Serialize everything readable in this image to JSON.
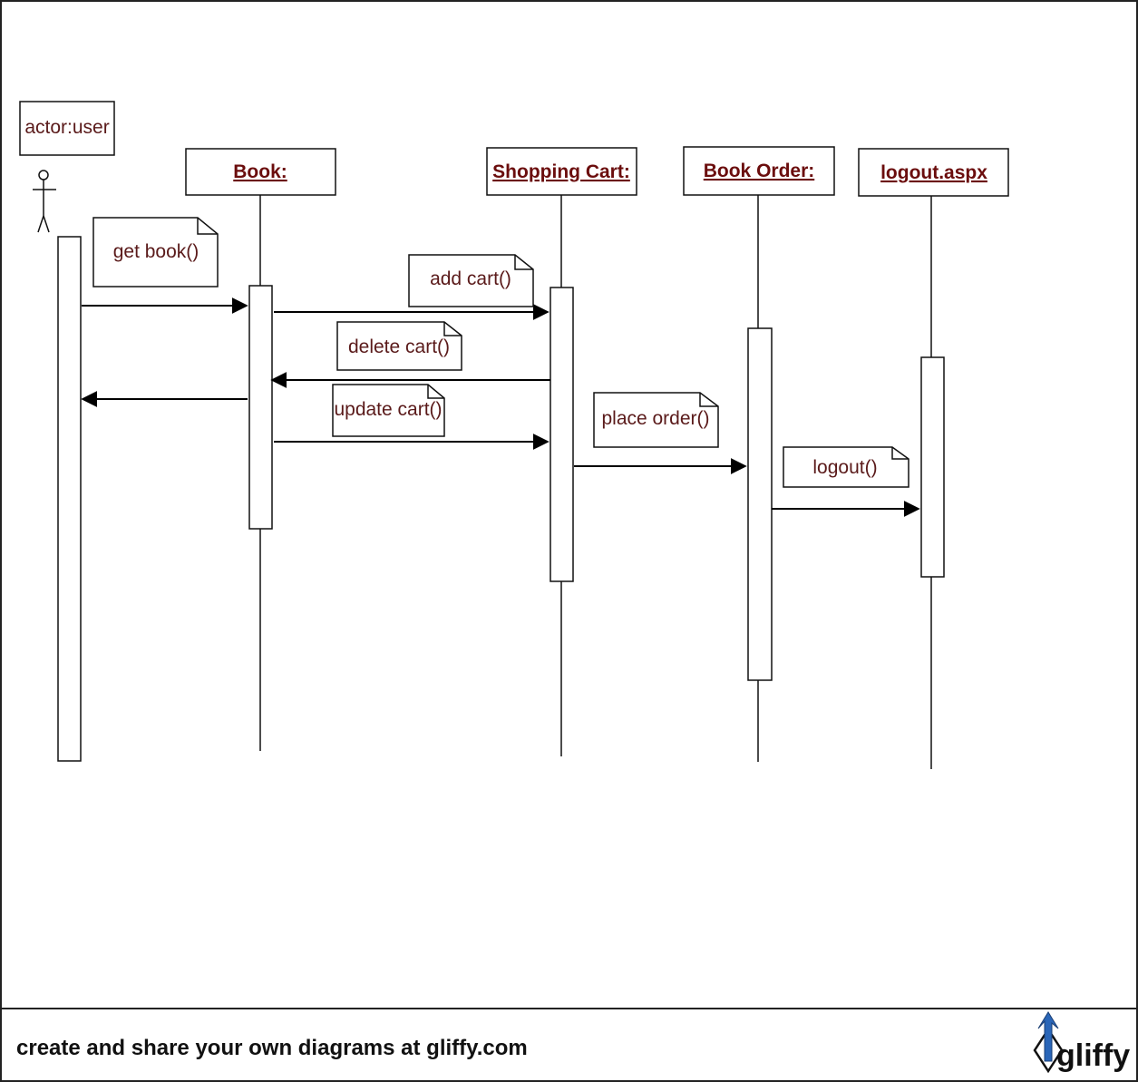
{
  "diagram": {
    "actor": {
      "label": "actor:user"
    },
    "objects": {
      "book": "Book:",
      "shopping_cart": "Shopping Cart:",
      "book_order": "Book Order:",
      "logout": "logout.aspx"
    },
    "messages": {
      "get_book": "get book()",
      "add_cart": "add cart()",
      "delete_cart": "delete cart()",
      "update_cart": "update cart()",
      "place_order": "place order()",
      "logout": "logout()"
    }
  },
  "footer": {
    "caption": "create and share your own diagrams at gliffy.com",
    "brand": "gliffy"
  },
  "colors": {
    "object_text": "#6b0d0d",
    "note_text": "#5a1a1a",
    "logo_accent": "#2a66b8"
  },
  "icons": {
    "actor": "stick-figure-icon",
    "logo": "gliffy-logo-icon"
  }
}
